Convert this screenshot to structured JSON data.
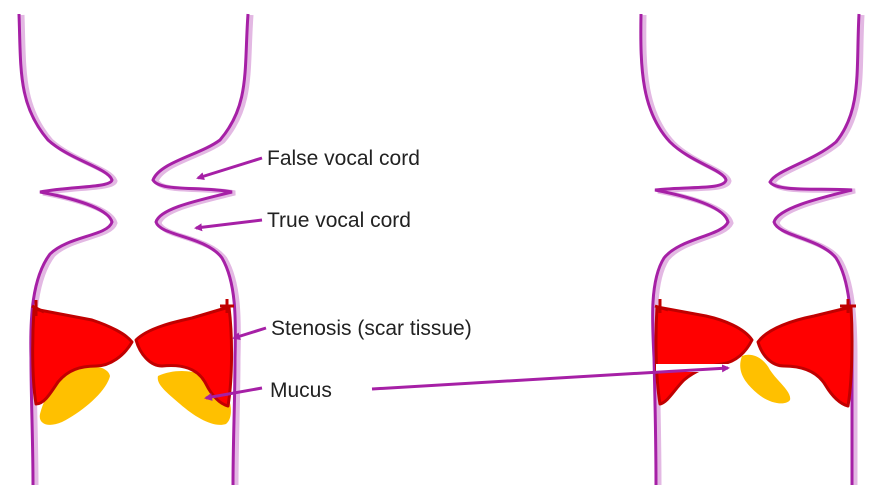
{
  "labels": {
    "false_vocal_cord": "False vocal cord",
    "true_vocal_cord": "True vocal cord",
    "stenosis": "Stenosis (scar tissue)",
    "mucus": "Mucus"
  },
  "colors": {
    "airway_wall": "#a620a6",
    "airway_wall_shadow": "#e3b8e3",
    "stenosis_fill": "#ff0000",
    "stenosis_edge": "#c00000",
    "mucus": "#ffc000",
    "arrow": "#a620a6"
  }
}
